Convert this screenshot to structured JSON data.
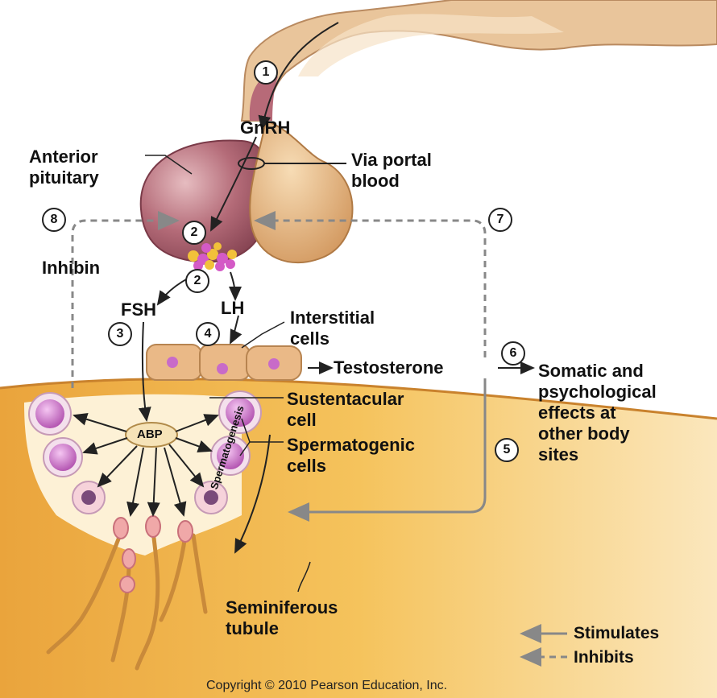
{
  "labels": {
    "gnrh": "GnRH",
    "anterior_pituitary": "Anterior\npituitary",
    "via_portal_blood": "Via portal\nblood",
    "inhibin": "Inhibin",
    "fsh": "FSH",
    "lh": "LH",
    "interstitial_cells": "Interstitial\ncells",
    "testosterone": "Testosterone",
    "somatic_effects": "Somatic and\npsychological\neffects at\nother body\nsites",
    "sustentacular_cell": "Sustentacular\ncell",
    "abp": "ABP",
    "spermatogenic_cells": "Spermatogenic\ncells",
    "spermatogenesis": "Spermatogenesis",
    "seminiferous_tubule": "Seminiferous\ntubule"
  },
  "steps": [
    "1",
    "2",
    "2",
    "3",
    "4",
    "5",
    "6",
    "7",
    "8"
  ],
  "legend": {
    "stimulates": "Stimulates",
    "inhibits": "Inhibits"
  },
  "copyright": "Copyright © 2010 Pearson Education, Inc.",
  "colors": {
    "anterior_lobe": "#a85c6a",
    "posterior_lobe": "#e3b27f",
    "tubule": "#f2b84a",
    "cell_nucleus": "#c86bc8",
    "interstitial_cell": "#eab987",
    "stimulate_arrow": "#333333",
    "inhibit_arrow": "#8a8a8a"
  }
}
